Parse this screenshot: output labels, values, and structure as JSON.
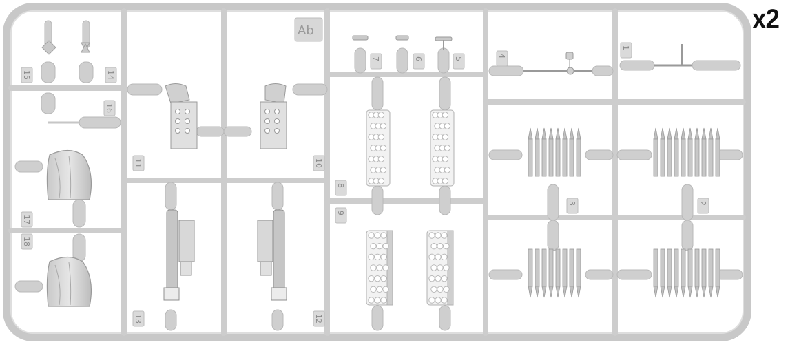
{
  "quantity_label": "x2",
  "sprue_code": "Ab",
  "colors": {
    "plastic": "#d6d6d6",
    "plastic_dark": "#b9b9b9",
    "part_light": "#f2f2f2",
    "outline": "#a7a7a7",
    "background": "#ffffff"
  },
  "parts": [
    {
      "number": "1",
      "name": "rod-part"
    },
    {
      "number": "2",
      "name": "ammo-strip-top-right"
    },
    {
      "number": "3",
      "name": "ammo-strip-top-left"
    },
    {
      "number": "4",
      "name": "long-rod-part"
    },
    {
      "number": "5",
      "name": "small-pin-part"
    },
    {
      "number": "6",
      "name": "small-pin-part"
    },
    {
      "number": "7",
      "name": "small-pin-part"
    },
    {
      "number": "8",
      "name": "ammo-box-top"
    },
    {
      "number": "9",
      "name": "ammo-box-bottom"
    },
    {
      "number": "10",
      "name": "bracket-right"
    },
    {
      "number": "11",
      "name": "bracket-left"
    },
    {
      "number": "12",
      "name": "mg-body-right"
    },
    {
      "number": "13",
      "name": "mg-body-left"
    },
    {
      "number": "14",
      "name": "small-part"
    },
    {
      "number": "15",
      "name": "small-part"
    },
    {
      "number": "16",
      "name": "small-link"
    },
    {
      "number": "17",
      "name": "cover-top"
    },
    {
      "number": "18",
      "name": "cover-bottom"
    }
  ]
}
